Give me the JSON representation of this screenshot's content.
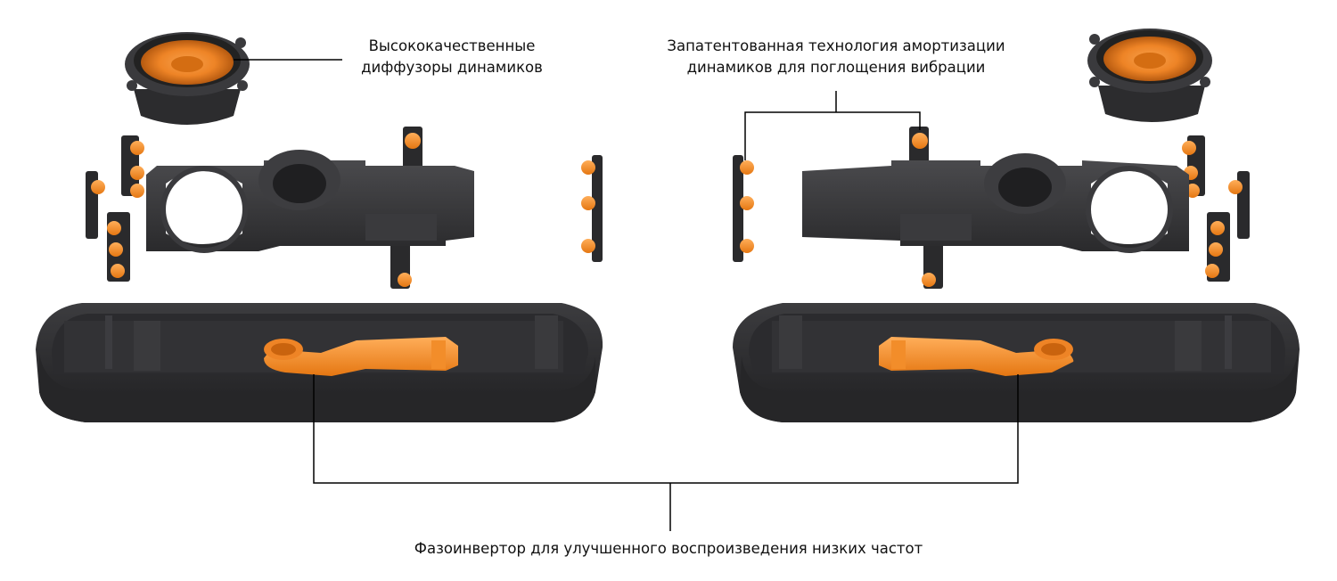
{
  "labels": {
    "diffusers_line1": "Высококачественные",
    "diffusers_line2": "диффузоры динамиков",
    "damping_line1": "Запатентованная технология амортизации",
    "damping_line2": "динамиков для поглощения вибрации",
    "bass_reflex": "Фазоинвертор для улучшенного воспроизведения низких частот"
  },
  "colors": {
    "housing": "#2f2f31",
    "housing_light": "#48484b",
    "accent_orange": "#f08a24",
    "callout_line": "#000000"
  },
  "illustration": {
    "parts": [
      "speaker-driver",
      "damper-rail",
      "speaker-chassis",
      "bass-reflex-port",
      "enclosure"
    ]
  }
}
